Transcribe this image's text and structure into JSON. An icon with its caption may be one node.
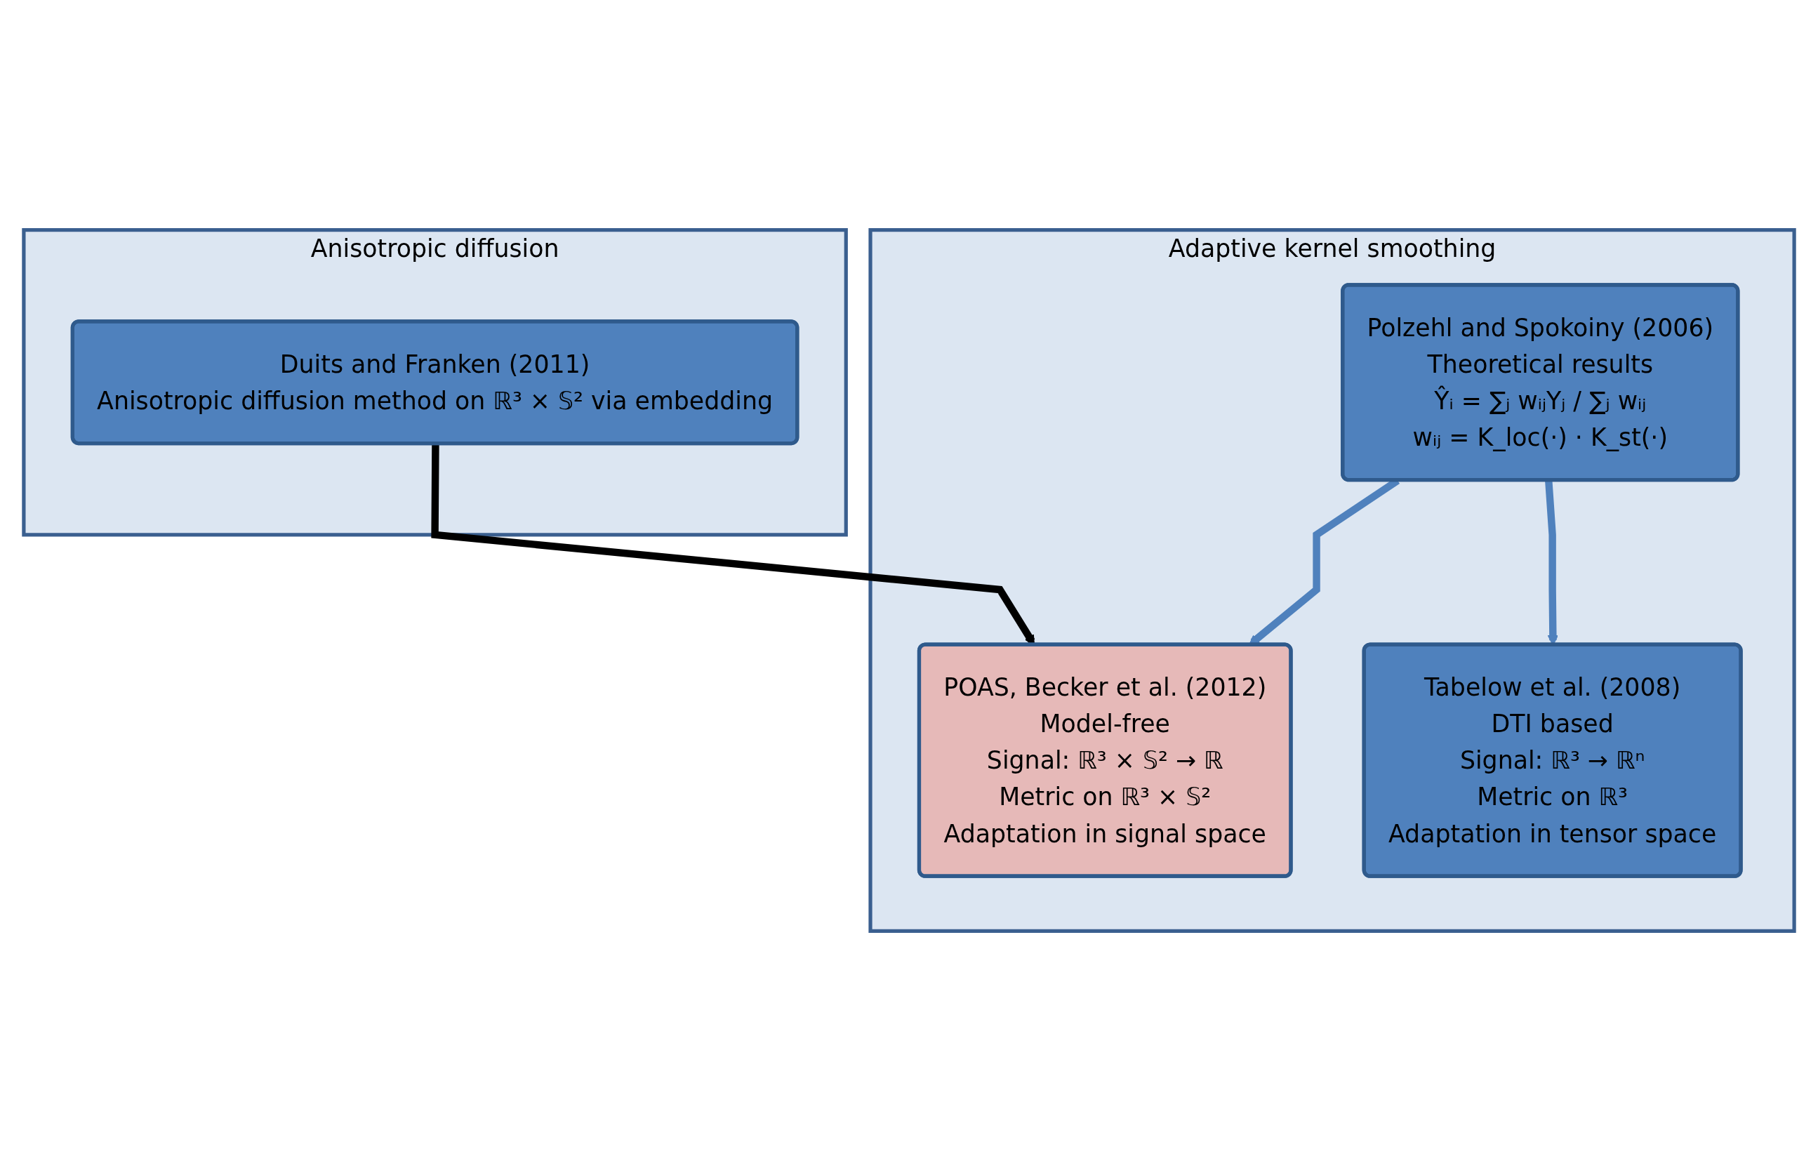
{
  "diagram": {
    "nodes": [
      {
        "text": [
          "Anisotropic diffusion"
        ]
      },
      {
        "text": [
          "Duits and Franken (2011)",
          "Anisotropic diffusion method on ℝ³ × 𝕊² via embedding"
        ],
        "in": 0
      },
      {
        "text": [
          "Adaptive kernel smoothing"
        ]
      },
      {
        "text": [
          "Polzehl and Spokoiny (2006)",
          "Theoretical results",
          "Ŷᵢ = ∑ⱼ wᵢⱼYⱼ / ∑ⱼ wᵢⱼ",
          "wᵢⱼ = K_loc(·) · K_st(·)"
        ],
        "in": 2
      },
      {
        "text": [
          "POAS, Becker et al. (2012)",
          "Model-free",
          "Signal: ℝ³ × 𝕊² → ℝ",
          "Metric on ℝ³ × 𝕊²",
          "Adaptation in signal space"
        ],
        "in": 2
      },
      {
        "text": [
          "Tabelow et al. (2008)",
          "DTI based",
          "Signal: ℝ³ → ℝⁿ",
          "Metric on ℝ³",
          "Adaptation in tensor space"
        ],
        "in": 2
      }
    ],
    "edges": [
      {
        "from": 1,
        "to": 4,
        "arrow": "to",
        "color": "#000000"
      },
      {
        "from": 3,
        "to": 4,
        "arrow": "to"
      },
      {
        "from": 3,
        "to": 5,
        "arrow": "to"
      }
    ]
  }
}
